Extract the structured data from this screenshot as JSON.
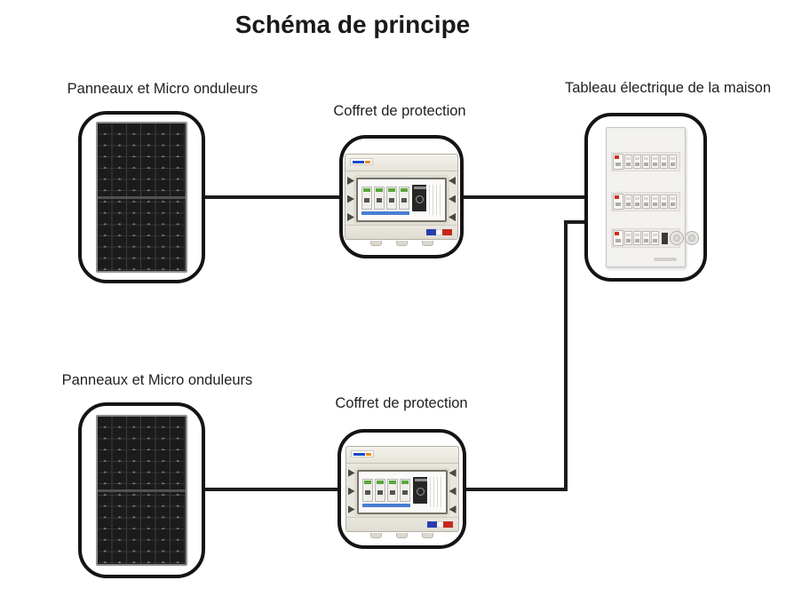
{
  "title": "Schéma de principe",
  "diagram": {
    "nodes": [
      {
        "id": "panneaux-haut",
        "type": "solar-panel-with-microinverters",
        "label": "Panneaux et Micro onduleurs"
      },
      {
        "id": "coffret-haut",
        "type": "protection-box",
        "label": "Coffret de protection"
      },
      {
        "id": "tableau-maison",
        "type": "house-distribution-board",
        "label": "Tableau électrique de la maison"
      },
      {
        "id": "panneaux-bas",
        "type": "solar-panel-with-microinverters",
        "label": "Panneaux et Micro onduleurs"
      },
      {
        "id": "coffret-bas",
        "type": "protection-box",
        "label": "Coffret de protection"
      }
    ],
    "connections": [
      {
        "from": "panneaux-haut",
        "to": "coffret-haut"
      },
      {
        "from": "coffret-haut",
        "to": "tableau-maison"
      },
      {
        "from": "panneaux-bas",
        "to": "coffret-bas"
      },
      {
        "from": "coffret-bas",
        "to": "tableau-maison"
      }
    ]
  },
  "components": {
    "solar_panel": {
      "grid_columns": 6,
      "grid_rows": 13
    },
    "protection_box": {
      "breaker_count": 4,
      "side_clips_per_side": 3,
      "bottom_glands": 3,
      "sticker_colors": [
        "#2a3db0",
        "#f5f5f5",
        "#c5281c"
      ]
    },
    "distribution_board": {
      "rows": [
        {
          "main_breaker": true,
          "breakers": 6,
          "sockets": 0
        },
        {
          "main_breaker": true,
          "breakers": 6,
          "sockets": 0
        },
        {
          "main_breaker": true,
          "breakers": 4,
          "sockets": 2
        }
      ]
    }
  },
  "colors": {
    "background": "#ffffff",
    "connector_line": "#1c1c1c",
    "box_border": "#141414",
    "text": "#1f1f1f",
    "indicator_red": "#cf2d1e",
    "breaker_label_green": "#5aa83c",
    "logo_blue": "#1c49c8",
    "logo_orange": "#f08a1e"
  }
}
